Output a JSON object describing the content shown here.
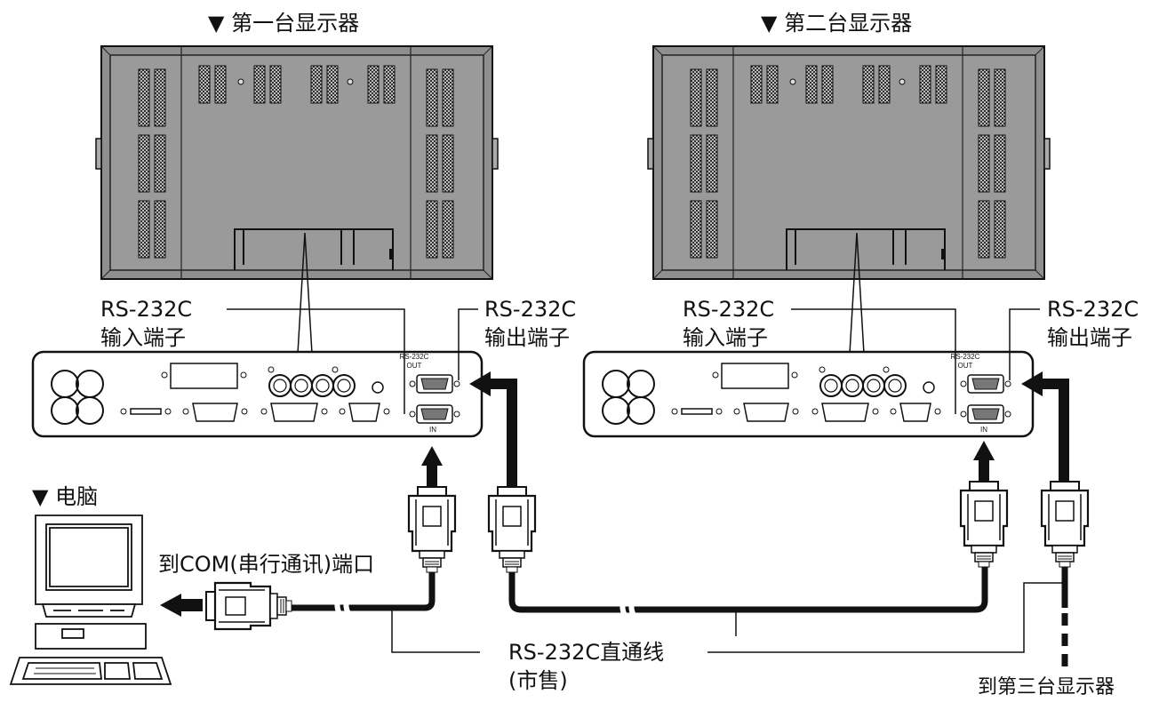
{
  "monitor1": {
    "title": "▼ 第一台显示器",
    "panel": {
      "rs232_out_tag": "RS-232C\nOUT",
      "in_tag": "IN"
    },
    "in_label": {
      "line1": "RS-232C",
      "line2": "输入端子"
    },
    "out_label": {
      "line1": "RS-232C",
      "line2": "输出端子"
    }
  },
  "monitor2": {
    "title": "▼ 第二台显示器",
    "panel": {
      "rs232_out_tag": "RS-232C\nOUT",
      "in_tag": "IN"
    },
    "in_label": {
      "line1": "RS-232C",
      "line2": "输入端子"
    },
    "out_label": {
      "line1": "RS-232C",
      "line2": "输出端子"
    }
  },
  "computer": {
    "title": "▼ 电脑",
    "com_port_label": "到COM(串行通讯)端口"
  },
  "cable": {
    "label_line1": "RS-232C直通线",
    "label_line2": "(市售)"
  },
  "third_monitor_label": "到第三台显示器"
}
